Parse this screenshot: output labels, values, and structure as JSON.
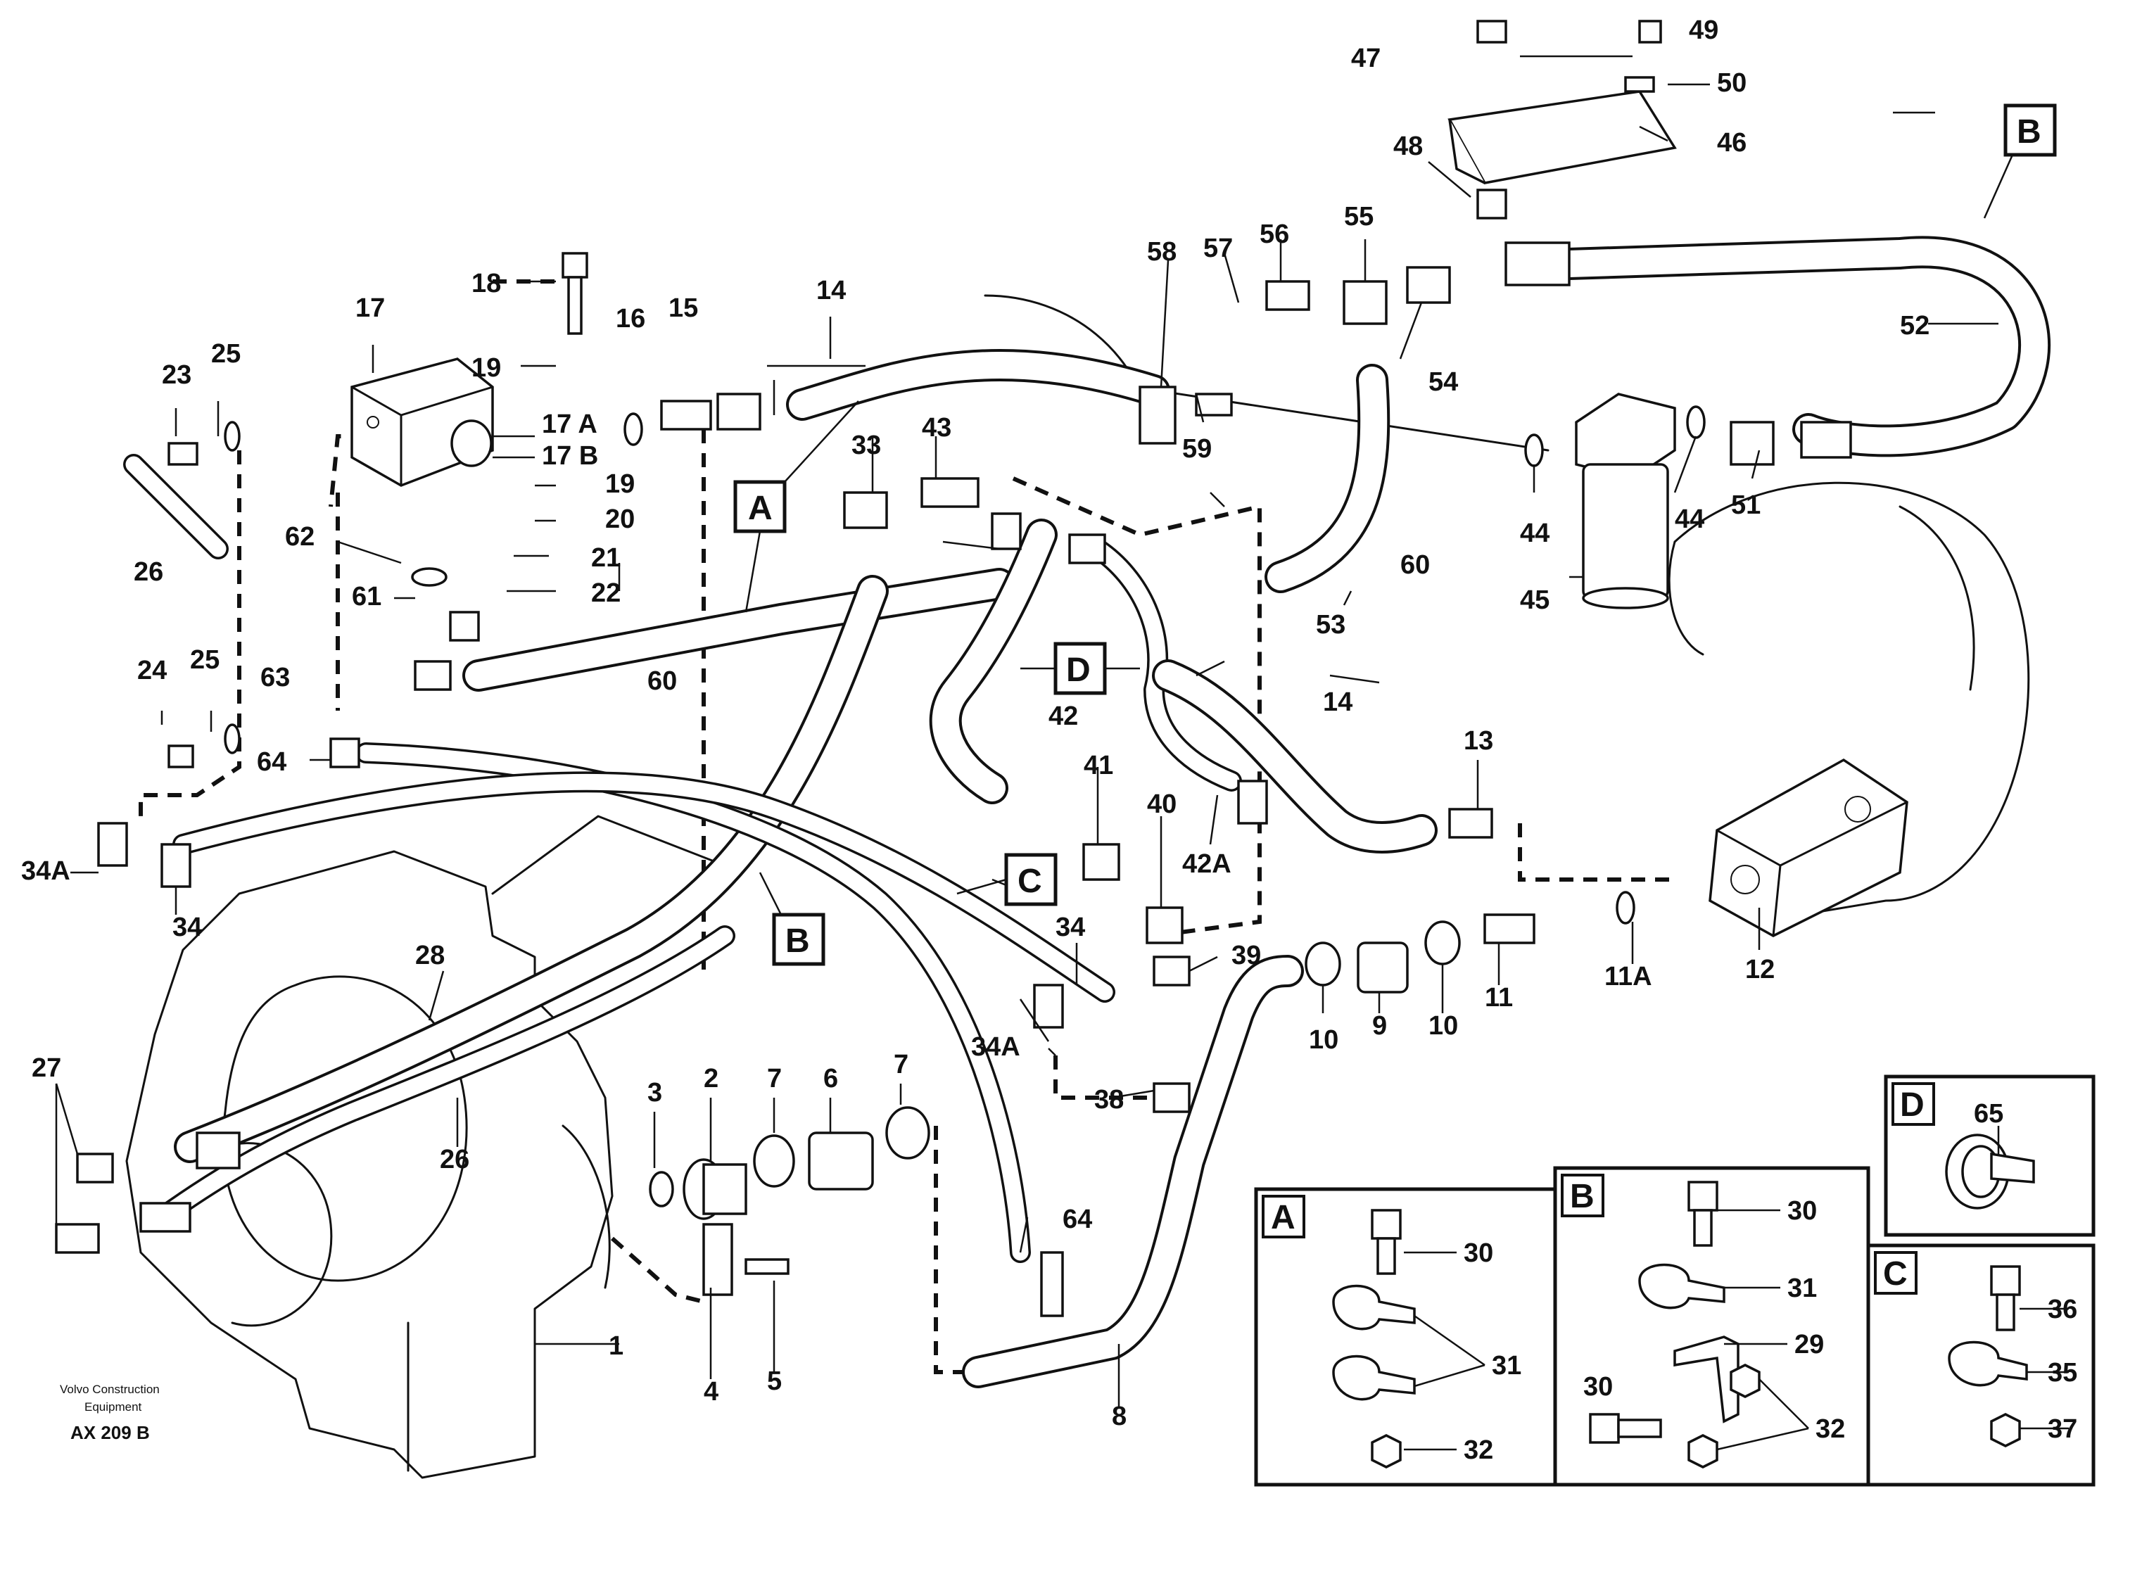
{
  "footer": {
    "company_line1": "Volvo Construction",
    "company_line2": "Equipment",
    "drawing_code": "AX 209 B"
  },
  "callouts": {
    "p1": "1",
    "p2": "2",
    "p3": "3",
    "p4": "4",
    "p5": "5",
    "p6": "6",
    "p7a": "7",
    "p7b": "7",
    "p8": "8",
    "p9": "9",
    "p10a": "10",
    "p10b": "10",
    "p11": "11",
    "p11a": "11A",
    "p12": "12",
    "p13": "13",
    "p14a": "14",
    "p14b": "14",
    "p15": "15",
    "p16": "16",
    "p17": "17",
    "p17a": "17 A",
    "p17b": "17 B",
    "p18": "18",
    "p19a": "19",
    "p19b": "19",
    "p20": "20",
    "p21": "21",
    "p22": "22",
    "p23": "23",
    "p24": "24",
    "p25a": "25",
    "p25b": "25",
    "p26a": "26",
    "p26b": "26",
    "p27": "27",
    "p28": "28",
    "p33": "33",
    "p34a": "34",
    "p34b": "34",
    "p34Aa": "34A",
    "p34Ab": "34A",
    "p38": "38",
    "p39": "39",
    "p40": "40",
    "p41": "41",
    "p42": "42",
    "p42a": "42A",
    "p43": "43",
    "p44a": "44",
    "p44b": "44",
    "p45": "45",
    "p46": "46",
    "p47": "47",
    "p48": "48",
    "p49": "49",
    "p50": "50",
    "p51": "51",
    "p52": "52",
    "p53": "53",
    "p54": "54",
    "p55": "55",
    "p56": "56",
    "p57": "57",
    "p58": "58",
    "p59": "59",
    "p60a": "60",
    "p60b": "60",
    "p61": "61",
    "p62": "62",
    "p63": "63",
    "p64a": "64",
    "p64b": "64"
  },
  "main_refs": {
    "A": "A",
    "B1": "B",
    "B2": "B",
    "C": "C",
    "D": "D"
  },
  "inset_A": {
    "title": "A",
    "l30": "30",
    "l31": "31",
    "l32": "32"
  },
  "inset_B": {
    "title": "B",
    "l30a": "30",
    "l31": "31",
    "l29": "29",
    "l30b": "30",
    "l32": "32"
  },
  "inset_C": {
    "title": "C",
    "l36": "36",
    "l35": "35",
    "l37": "37"
  },
  "inset_D": {
    "title": "D",
    "l65": "65"
  }
}
